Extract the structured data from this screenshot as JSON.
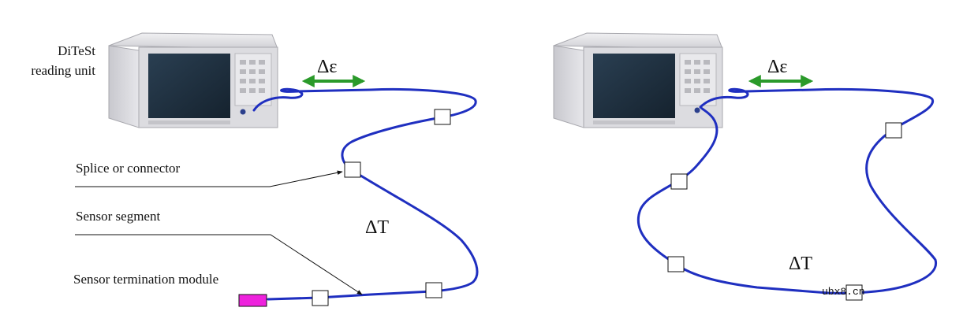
{
  "labels": {
    "unit_line1": "DiTeSt",
    "unit_line2": "reading unit",
    "delta_strain_left": "Δε",
    "delta_strain_right": "Δε",
    "splice": "Splice or connector",
    "segment": "Sensor segment",
    "termination": "Sensor termination module",
    "delta_temp_left": "ΔT",
    "delta_temp_right": "ΔT",
    "watermark": "ubx8.cn"
  },
  "colors": {
    "fiber": "#1f2fc0",
    "strain_arrow": "#2a9a2a",
    "termination_module": "#ee22dd",
    "leader_line": "#111111",
    "device_body": "#d4d4d8",
    "device_screen": "#1e2f3e"
  },
  "icons": {
    "reading_unit": "reading-unit-device-icon",
    "connector": "square-connector-icon"
  }
}
